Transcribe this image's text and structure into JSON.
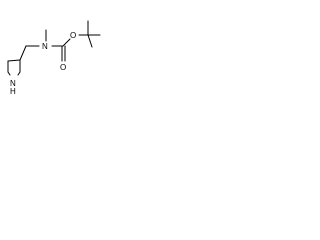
{
  "molecule": {
    "atoms": {
      "nitrogen_carbamate": "N",
      "oxygen_carbonyl": "O",
      "oxygen_ester": "O",
      "nitrogen_azetidine": "N",
      "hydrogen_azetidine": "H"
    }
  }
}
